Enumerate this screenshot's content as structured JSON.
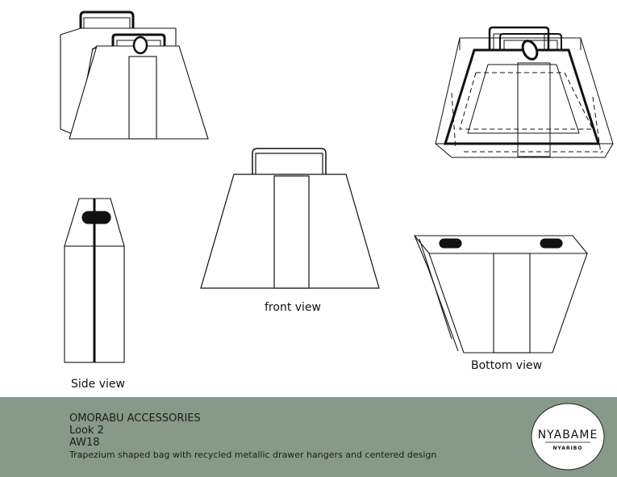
{
  "labels": {
    "side": "Side view",
    "front": "front view",
    "bottom": "Bottom view"
  },
  "footer": {
    "brand": "OMORABU ACCESSORIES",
    "look": "Look 2",
    "season": "AW18",
    "description": "Trapezium shaped bag with recycled metallic drawer hangers and centered design"
  },
  "logo": {
    "name": "NYABAME",
    "subname": "NYARIBO"
  },
  "colors": {
    "footer_background": "#879a8a",
    "line": "#111111",
    "paper": "#ffffff"
  }
}
